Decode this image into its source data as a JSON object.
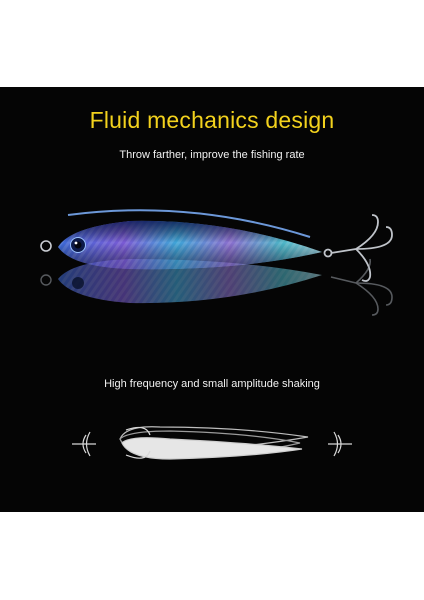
{
  "headline": "Fluid mechanics design",
  "subheadline": "Throw farther, improve the fishing rate",
  "caption": "High frequency and small amplitude shaking",
  "colors": {
    "background": "#050505",
    "headline": "#f3d21d",
    "text": "#f2f2f2"
  }
}
